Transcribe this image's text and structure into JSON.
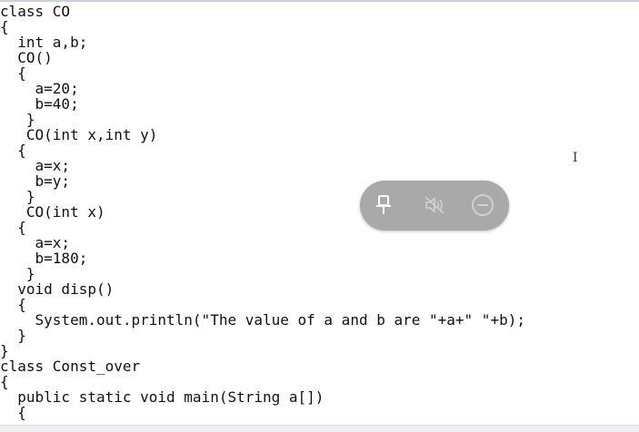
{
  "code": {
    "lines": [
      "class CO",
      "{",
      "  int a,b;",
      "  CO()",
      "  {",
      "    a=20;",
      "    b=40;",
      "   }",
      "   CO(int x,int y)",
      "  {",
      "    a=x;",
      "    b=y;",
      "   }",
      "   CO(int x)",
      "  {",
      "    a=x;",
      "    b=180;",
      "   }",
      "  void disp()",
      "  {",
      "    System.out.println(\"The value of a and b are \"+a+\" \"+b);",
      "  }",
      "}",
      "class Const_over",
      "{",
      "  public static void main(String a[])",
      "  {"
    ]
  },
  "overlay": {
    "buttons": [
      {
        "name": "pin-icon",
        "state": "enabled",
        "color": "#ffffff"
      },
      {
        "name": "mute-icon",
        "state": "disabled",
        "color": "#cfcfcf"
      },
      {
        "name": "minus-circle-icon",
        "state": "disabled",
        "color": "#cfcfcf"
      }
    ],
    "background_color": "#a9a9a9"
  },
  "cursor": {
    "icon": "text-cursor-icon"
  }
}
